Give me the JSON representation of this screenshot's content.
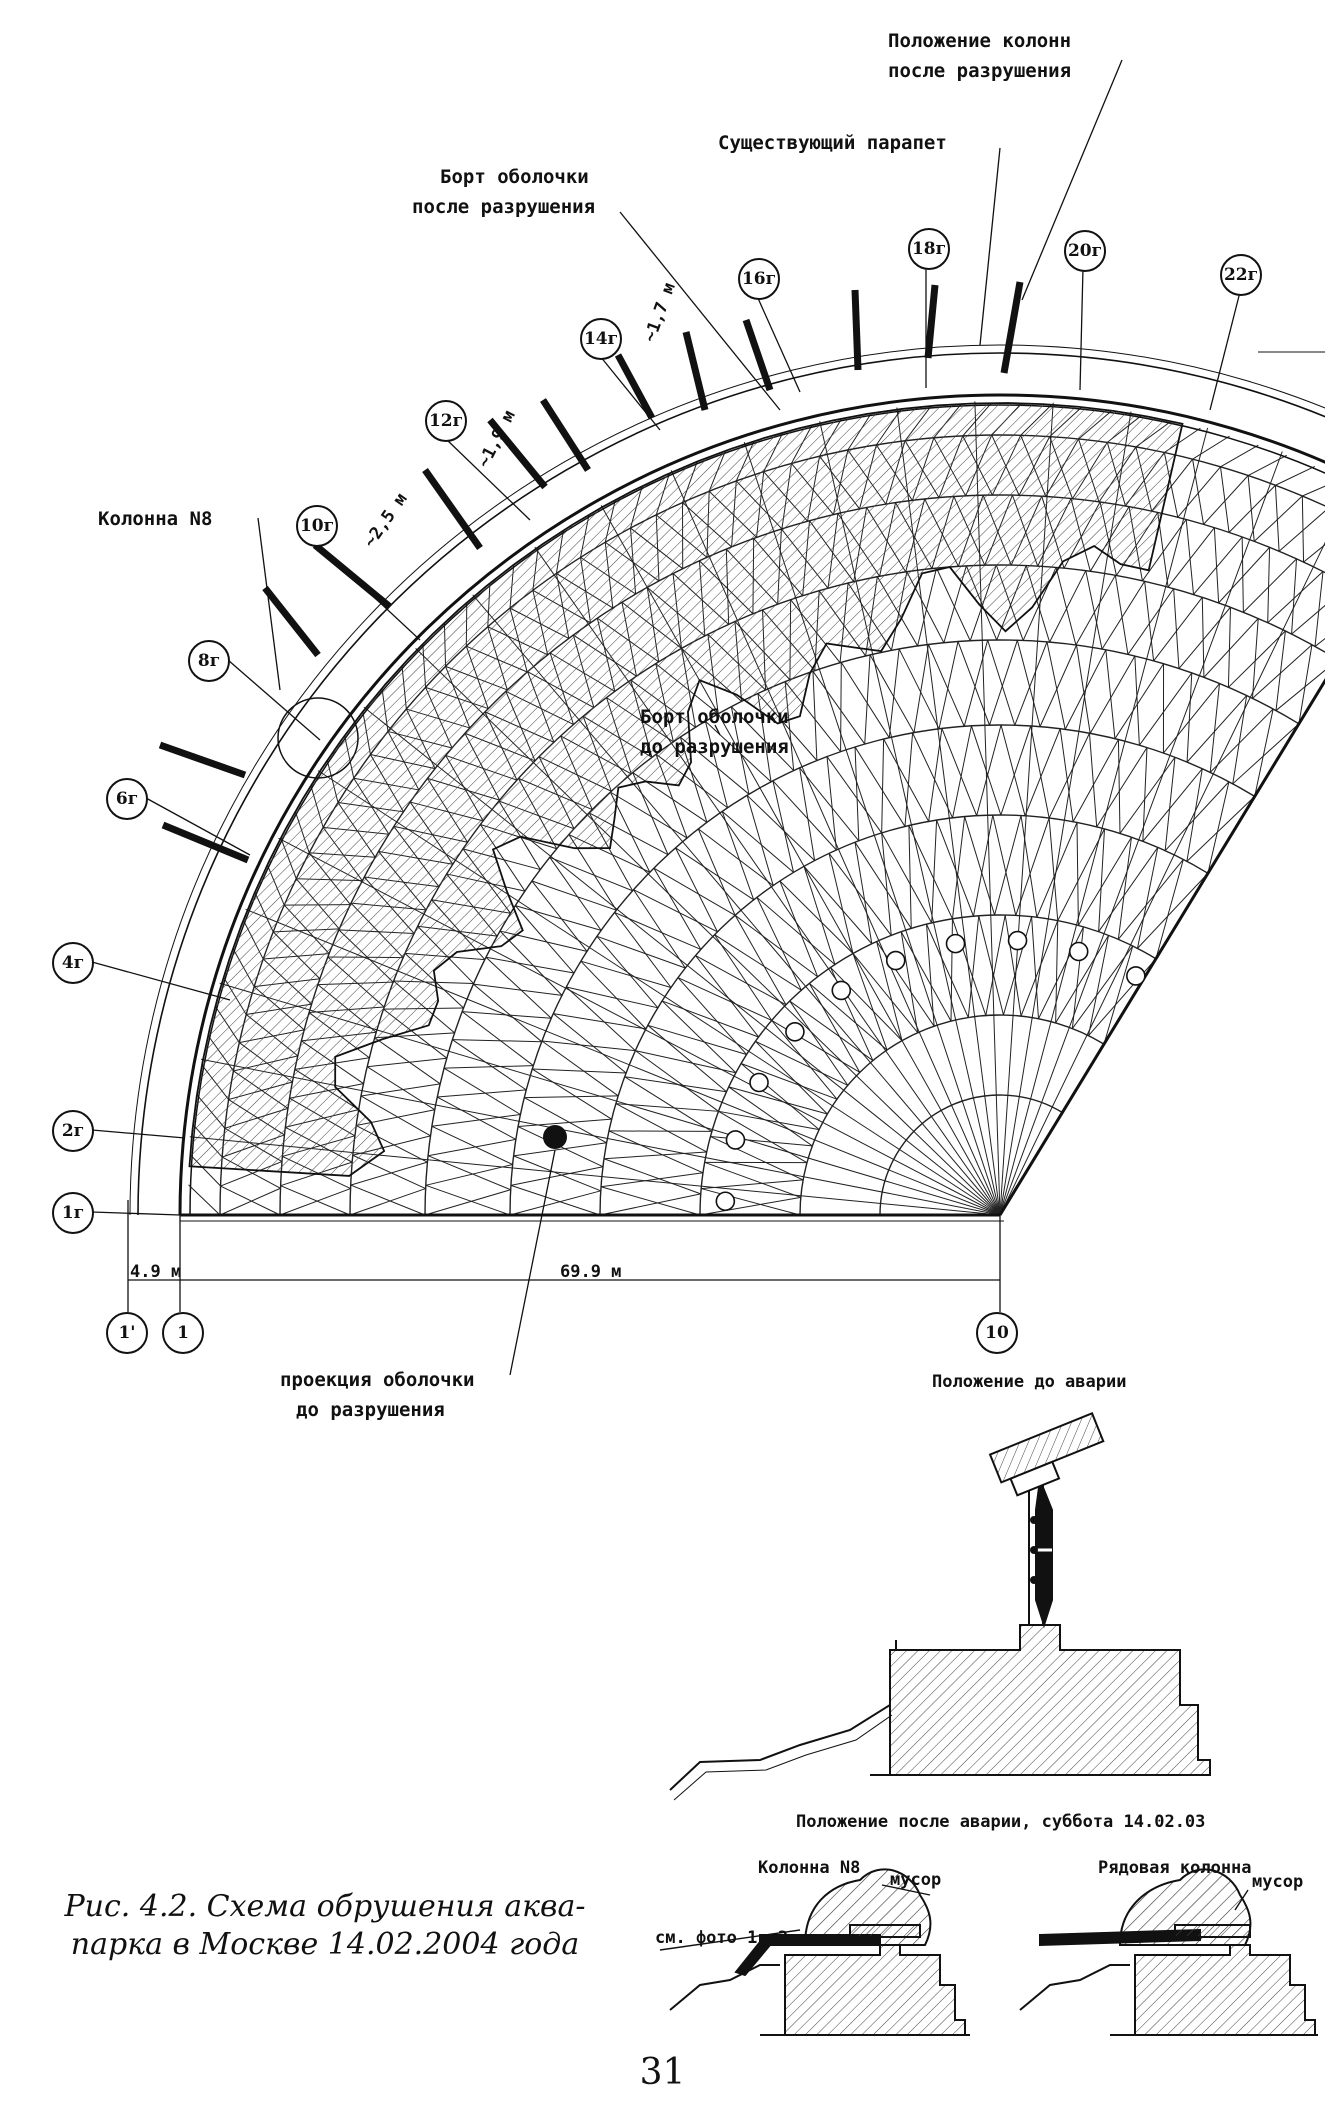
{
  "main_plan": {
    "labels": {
      "columns_after": [
        "Положение колонн",
        "после разрушения"
      ],
      "existing_parapet": "Существующий парапет",
      "rim_after": [
        "Борт оболочки",
        "после разрушения"
      ],
      "column_n8": "Колонна N8",
      "rim_before": [
        "Борт оболочки",
        "до разрушения"
      ],
      "projection": [
        "проекция оболочки",
        "до разрушения"
      ]
    },
    "axes": [
      "22г",
      "20г",
      "18г",
      "16г",
      "14г",
      "12г",
      "10г",
      "8г",
      "6г",
      "4г",
      "2г",
      "1г"
    ],
    "bottom_axes": [
      "1'",
      "1",
      "10"
    ],
    "distances": [
      "~1,7 м",
      "~1,9 м",
      "~2,5 м"
    ],
    "dimensions": [
      "4.9 м",
      "69.9 м"
    ]
  },
  "sections": {
    "before_title": "Положение до аварии",
    "after_title": "Положение после аварии, суббота 14.02.03",
    "left_title": "Колонна N8",
    "right_title": "Рядовая колонна",
    "debris_left": "мусор",
    "debris_right": "мусор",
    "photo_ref": "см. фото 1, 2"
  },
  "caption": [
    "Рис. 4.2. Схема обрушения аква-",
    "парка в Москве 14.02.2004 года"
  ],
  "page_number": "31"
}
